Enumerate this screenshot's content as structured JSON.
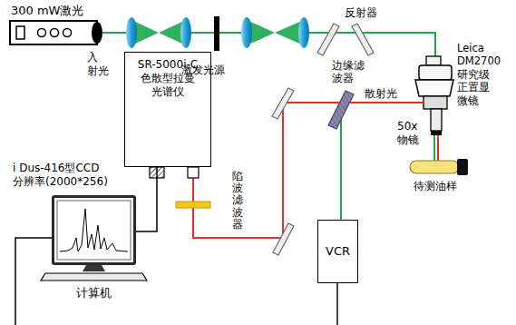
{
  "diagram": {
    "nodes": [
      {
        "text": [
          "300 mW激光"
        ]
      },
      {
        "text": [
          "SR-5000i-C 色散型拉曼 光谱仪"
        ]
      },
      {
        "text": [
          "VCR"
        ]
      },
      {
        "text": [
          "计算机"
        ]
      }
    ],
    "edges": [
      {
        "from": 1,
        "to": 3,
        "arrow": "none"
      }
    ],
    "labels": [
      "入 射光",
      "激发光源",
      "反射器",
      "Leica DM2700 研究级 正置显 微镜",
      "边缘滤 波器",
      "散射光",
      "50x 物镜",
      "待测油样",
      "陷波滤波器",
      "i Dus-416型CCD 分辨率(2000*256)"
    ]
  }
}
